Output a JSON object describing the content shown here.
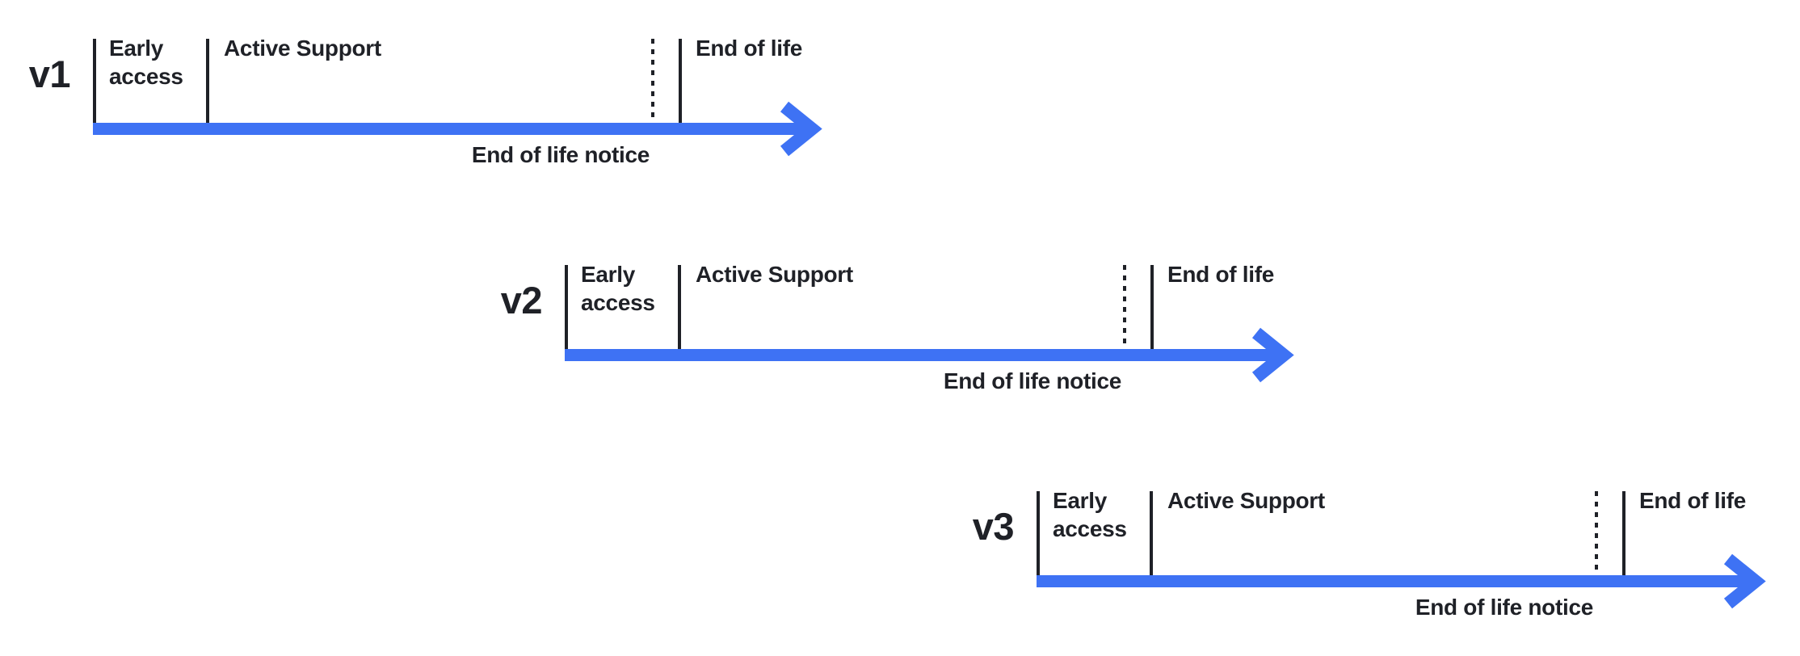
{
  "colors": {
    "arrow": "#3E72F4",
    "ink": "#1F2127"
  },
  "timelines": [
    {
      "version": "v1",
      "early_access": "Early access",
      "active_support": "Active Support",
      "end_of_life": "End of life",
      "end_of_life_notice": "End of life notice"
    },
    {
      "version": "v2",
      "early_access": "Early access",
      "active_support": "Active Support",
      "end_of_life": "End of life",
      "end_of_life_notice": "End of life notice"
    },
    {
      "version": "v3",
      "early_access": "Early access",
      "active_support": "Active Support",
      "end_of_life": "End of life",
      "end_of_life_notice": "End of life notice"
    }
  ]
}
